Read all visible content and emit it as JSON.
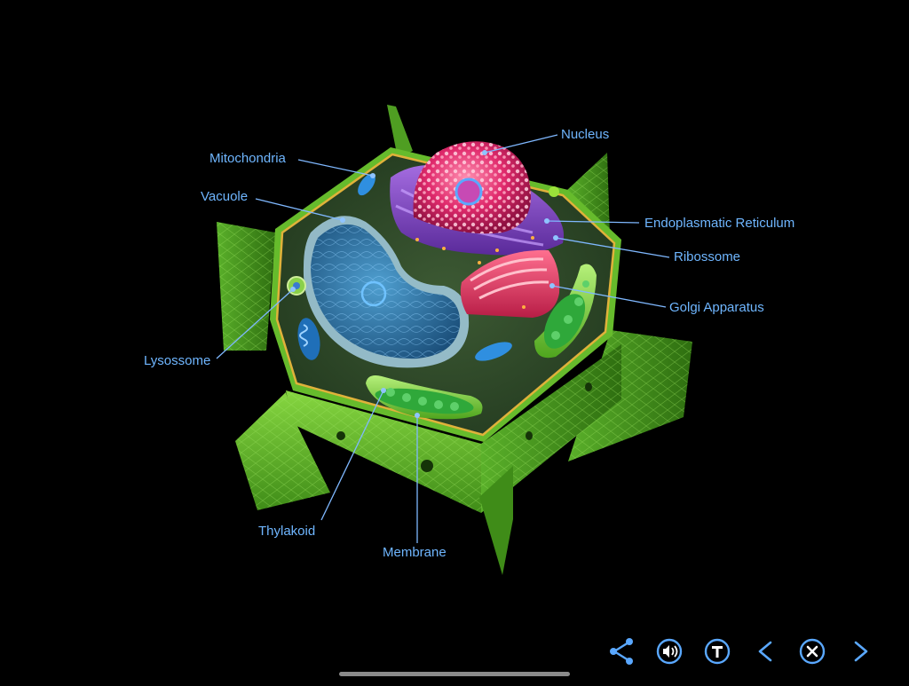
{
  "diagram": {
    "labels": {
      "nucleus": "Nucleus",
      "mitochondria": "Mitochondria",
      "vacuole": "Vacuole",
      "endoplasmatic_reticulum": "Endoplasmatic Reticulum",
      "ribossome": "Ribossome",
      "golgi_apparatus": "Golgi Apparatus",
      "lysossome": "Lysossome",
      "thylakoid": "Thylakoid",
      "membrane": "Membrane"
    },
    "colors": {
      "label_text": "#6fb6ff",
      "leader_line": "#7fb8ff",
      "cell_wall": "#6fc22a",
      "cytoplasm": "#2f4a2a",
      "nucleus": "#e0286a",
      "vacuole": "#2d6f9e",
      "er": "#7a3fc0",
      "golgi": "#e0305a",
      "chloroplast": "#7fd43a"
    }
  },
  "toolbar": {
    "icons": [
      "share-icon",
      "audio-icon",
      "text-icon",
      "previous-icon",
      "close-icon",
      "next-icon"
    ]
  }
}
